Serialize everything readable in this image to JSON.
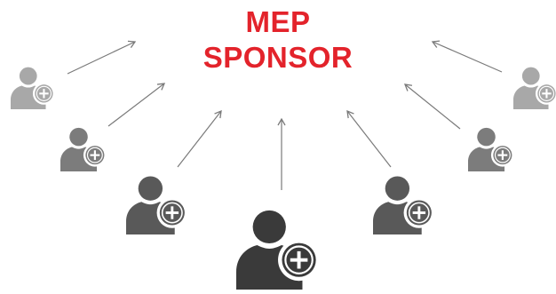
{
  "title": {
    "line1": "MEP",
    "line2": "SPONSOR"
  },
  "colors": {
    "title": "#e3232b",
    "arrow": "#7a7a7a",
    "user_dark": "#3a3a3a",
    "user_mid": "#595959",
    "user_light": "#7c7c7c",
    "user_lightest": "#a8a8a8"
  },
  "icons": {
    "person": "person-add-icon",
    "arrow": "arrow-up-icon"
  },
  "nodes": [
    {
      "id": "center-user",
      "shade": "user_dark"
    },
    {
      "id": "left-user-1",
      "shade": "user_mid"
    },
    {
      "id": "left-user-2",
      "shade": "user_light"
    },
    {
      "id": "left-user-3",
      "shade": "user_lightest"
    },
    {
      "id": "right-user-1",
      "shade": "user_mid"
    },
    {
      "id": "right-user-2",
      "shade": "user_light"
    },
    {
      "id": "right-user-3",
      "shade": "user_lightest"
    }
  ]
}
